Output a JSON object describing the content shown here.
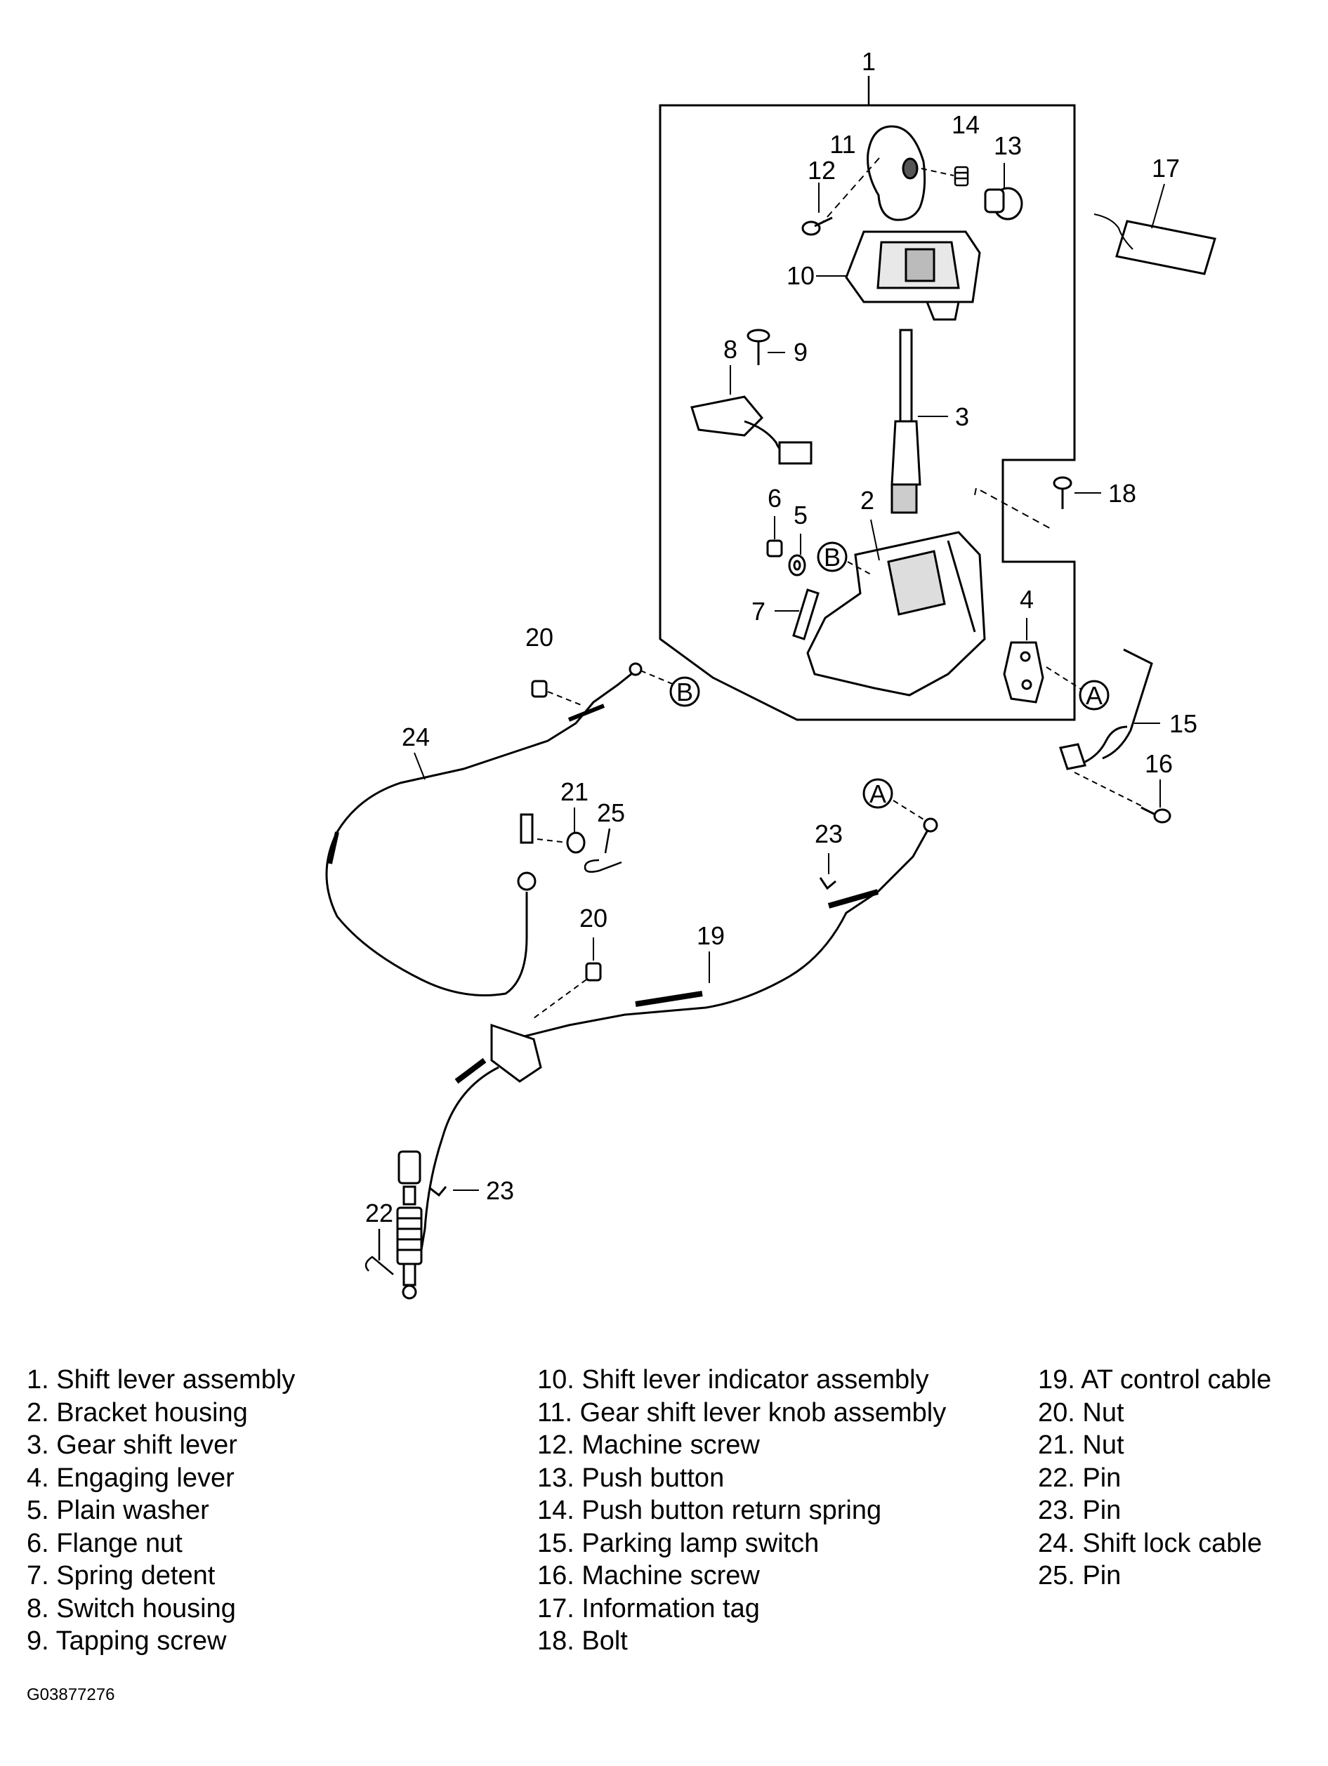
{
  "callouts": [
    "1",
    "2",
    "3",
    "4",
    "5",
    "6",
    "7",
    "8",
    "9",
    "10",
    "11",
    "12",
    "13",
    "14",
    "15",
    "16",
    "17",
    "18",
    "19",
    "20",
    "20",
    "21",
    "22",
    "23",
    "23",
    "24",
    "25"
  ],
  "connectors": [
    "A",
    "A",
    "B",
    "B"
  ],
  "legend": {
    "col1": [
      "1. Shift lever assembly",
      "2. Bracket housing",
      "3. Gear shift lever",
      "4. Engaging lever",
      "5. Plain washer",
      "6. Flange nut",
      "7. Spring detent",
      "8. Switch housing",
      "9. Tapping screw"
    ],
    "col2": [
      "10. Shift lever indicator assembly",
      "11. Gear shift lever knob assembly",
      "12. Machine screw",
      "13. Push button",
      "14. Push button return spring",
      "15. Parking lamp switch",
      "16. Machine screw",
      "17. Information tag",
      "18. Bolt"
    ],
    "col3": [
      "19. AT control cable",
      "20. Nut",
      "21. Nut",
      "22. Pin",
      "23. Pin",
      "24. Shift lock cable",
      "25. Pin"
    ]
  },
  "figure_id": "G03877276"
}
